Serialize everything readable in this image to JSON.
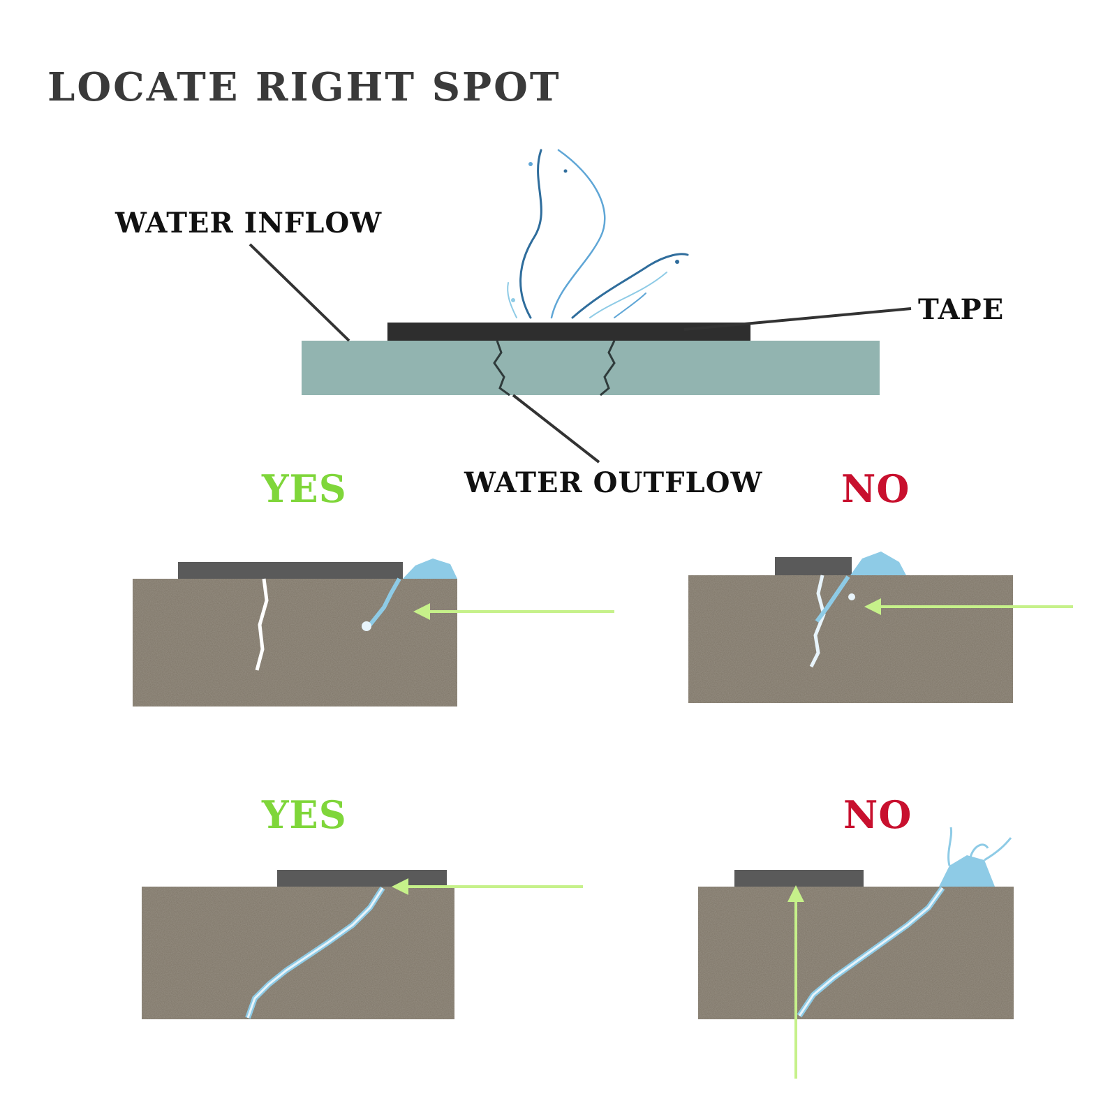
{
  "title": "LOCATE RIGHT SPOT",
  "labels": {
    "water_inflow": "WATER INFLOW",
    "tape": "TAPE",
    "water_outflow": "WATER OUTFLOW"
  },
  "panels": [
    {
      "verdict": "YES",
      "verdict_color": "#7fd63a"
    },
    {
      "verdict": "NO",
      "verdict_color": "#c8102e"
    },
    {
      "verdict": "YES",
      "verdict_color": "#7fd63a"
    },
    {
      "verdict": "NO",
      "verdict_color": "#c8102e"
    }
  ],
  "colors": {
    "slab": "#92b4b0",
    "tape": "#2e2e2e",
    "concrete": "#7d7466",
    "panel_tape": "#5a5a5a",
    "water": "#8ecbe6",
    "arrow": "#c6f18a",
    "pointer": "#333333"
  }
}
